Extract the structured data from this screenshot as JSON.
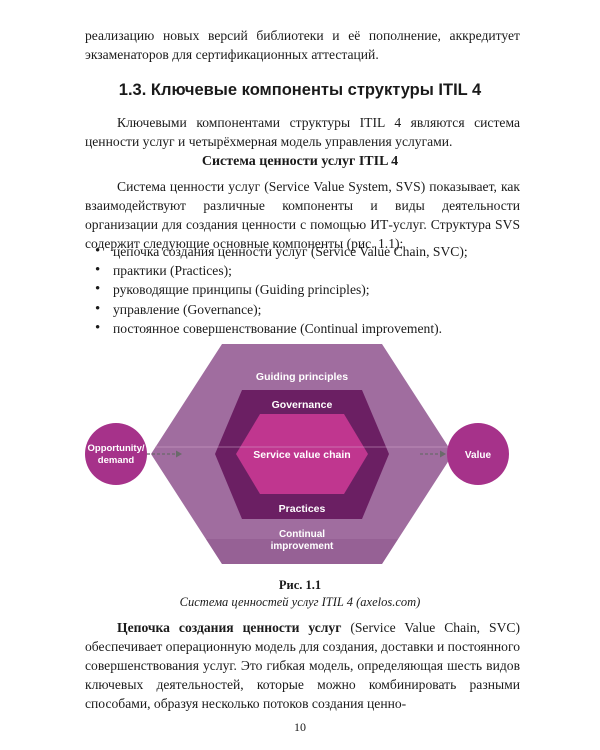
{
  "text": {
    "para1": "реализацию новых версий библиотеки и её пополнение, аккредитует экзаменаторов для сертификационных аттестаций.",
    "heading": "1.3. Ключевые компоненты структуры ITIL 4",
    "para2": "Ключевыми компонентами структуры ITIL 4 являются система ценности услуг и четырёхмерная модель управления услугами.",
    "subheading": "Система ценности услуг ITIL 4",
    "para3": "Система ценности услуг (Service Value System, SVS) показывает, как взаимодействуют различные компоненты и виды деятельности организации для создания ценности с помощью ИТ-услуг. Структура SVS содержит следующие основные компоненты (рис. 1.1):",
    "bullets": [
      "цепочка создания ценности услуг (Service Value Chain, SVC);",
      "практики (Practices);",
      "руководящие принципы (Guiding principles);",
      "управление (Governance);",
      "постоянное совершенствование (Continual improvement)."
    ],
    "para4_bold": "Цепочка создания ценности услуг",
    "para4_rest": " (Service Value Chain, SVC) обеспечивает операционную модель для создания, доставки и постоянного совершенствования услуг. Это гибкая модель, определяющая шесть видов ключевых деятельностей, которые можно комбинировать разными способами, образуя несколько потоков создания ценно-"
  },
  "figure": {
    "labels": {
      "guiding": "Guiding principles",
      "governance": "Governance",
      "chain": "Service value chain",
      "practices": "Practices",
      "continual_1": "Continual",
      "continual_2": "improvement",
      "opportunity_1": "Opportunity/",
      "opportunity_2": "demand",
      "value": "Value"
    },
    "caption_number": "Рис. 1.1",
    "caption_title": "Система ценностей услуг ITIL 4 (axelos.com)",
    "colors": {
      "outer": "#a06d9f",
      "outer_dark": "#8e578d",
      "middle": "#6b1f63",
      "inner": "#c0368f",
      "circle": "#a6328a",
      "arrow": "#6a6a6a"
    }
  },
  "footer": {
    "page_number": "10"
  }
}
